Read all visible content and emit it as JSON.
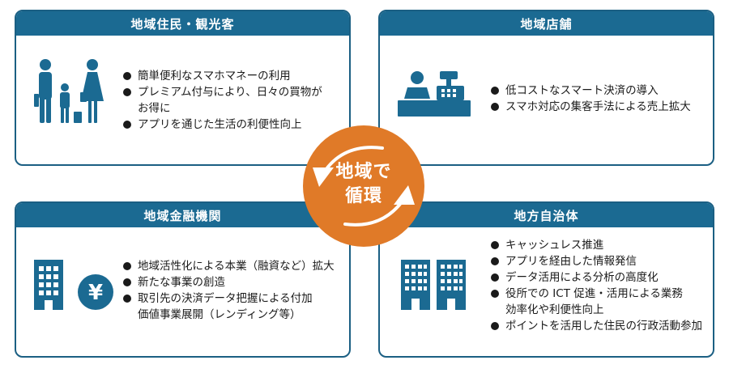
{
  "panels": {
    "residents": {
      "title": "地域住民・観光客",
      "bullets": [
        "簡単便利なスマホマネーの利用",
        "プレミアム付与により、日々の買物が",
        "お得に",
        "アプリを通じた生活の利便性向上"
      ]
    },
    "stores": {
      "title": "地域店舗",
      "bullets": [
        "低コストなスマート決済の導入",
        "スマホ対応の集客手法による売上拡大"
      ]
    },
    "finance": {
      "title": "地域金融機関",
      "bullets": [
        "地域活性化による本業（融資など）拡大",
        "新たな事業の創造",
        "取引先の決済データ把握による付加",
        "価値事業展開（レンディング等）"
      ]
    },
    "government": {
      "title": "地方自治体",
      "bullets": [
        "キャッシュレス推進",
        "アプリを経由した情報発信",
        "データ活用による分析の高度化",
        "役所での ICT 促進・活用による業務",
        "効率化や利便性向上",
        "ポイントを活用した住民の行政活動参加"
      ]
    }
  },
  "center": {
    "line1": "地域で",
    "line2": "循環"
  },
  "colors": {
    "header": "#1b6a92",
    "border": "#1b5f83",
    "center": "#e07a28",
    "icon": "#1b6a92"
  },
  "icons": {
    "residents": "family-icon",
    "stores": "cashier-icon",
    "finance": "bank-yen-icon",
    "government": "city-buildings-icon",
    "cycle": "cycle-arrows-icon"
  }
}
